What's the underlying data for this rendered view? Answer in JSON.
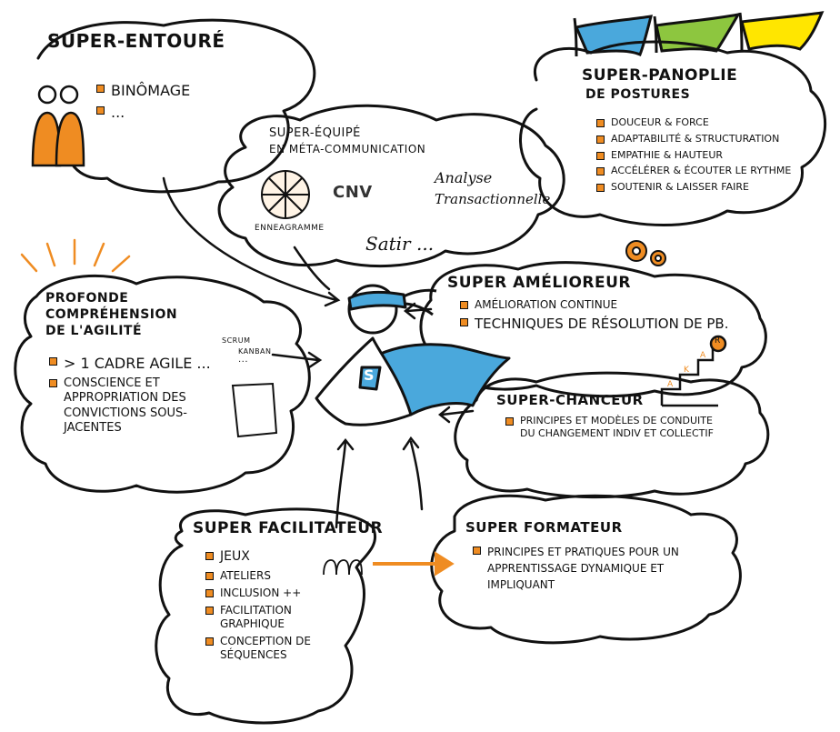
{
  "colors": {
    "orange": "#ef8c22",
    "blue": "#4aa8dc",
    "green": "#8dc63f",
    "yellow": "#ffe600",
    "ink": "#111111"
  },
  "entoure": {
    "title": "SUPER-ENTOURÉ",
    "items": [
      "BINÔMAGE",
      "..."
    ]
  },
  "panoplie": {
    "title_line1": "SUPER-PANOPLIE",
    "title_line2": "DE POSTURES",
    "items": [
      "DOUCEUR & FORCE",
      "ADAPTABILITÉ & STRUCTURATION",
      "EMPATHIE & HAUTEUR",
      "ACCÉLÉRER & ÉCOUTER LE RYTHME",
      "SOUTENIR & LAISSER FAIRE"
    ]
  },
  "equipe": {
    "title_line1": "SUPER-ÉQUIPÉ",
    "title_line2": "EN MÉTA-COMMUNICATION",
    "enneagramme": "ENNEAGRAMME",
    "cnv": "CNV",
    "analyse_line1": "Analyse",
    "analyse_line2": "Transactionnelle",
    "satir": "Satir ..."
  },
  "ameliorateur": {
    "title": "SUPER AMÉLIOREUR",
    "items": [
      "AMÉLIORATION CONTINUE",
      "TECHNIQUES DE RÉSOLUTION DE PB."
    ]
  },
  "agilite": {
    "title_line1": "PROFONDE",
    "title_line2": "COMPRÉHENSION",
    "title_line3": "DE L'AGILITÉ",
    "items": [
      "> 1 CADRE AGILE ...",
      "CONSCIENCE ET APPROPRIATION DES CONVICTIONS SOUS-JACENTES"
    ],
    "scrum": "SCRUM",
    "kanban": "KANBAN",
    "dots": "..."
  },
  "chanceur": {
    "title": "SUPER-CHANCEUR",
    "items": [
      "PRINCIPES ET MODÈLES DE CONDUITE DU CHANGEMENT INDIV ET COLLECTIF"
    ]
  },
  "facilitateur": {
    "title": "SUPER FACILITATEUR",
    "items": [
      "JEUX",
      "ATELIERS",
      "INCLUSION ++",
      "FACILITATION GRAPHIQUE",
      "CONCEPTION DE SÉQUENCES"
    ]
  },
  "formateur": {
    "title": "SUPER FORMATEUR",
    "items": [
      "PRINCIPES ET PRATIQUES POUR UN APPRENTISSAGE DYNAMIQUE ET IMPLIQUANT"
    ]
  },
  "hero": {
    "emblem": "S"
  },
  "stairs": {
    "letters": [
      "R",
      "A",
      "K",
      "A"
    ]
  }
}
